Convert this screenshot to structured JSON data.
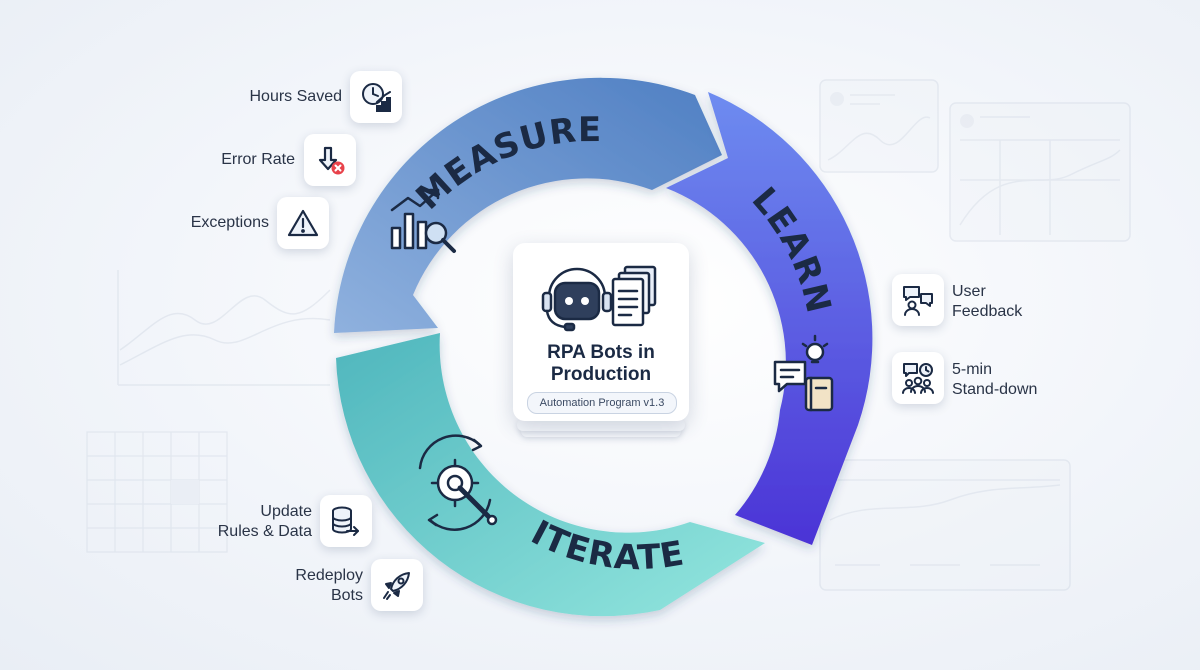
{
  "center": {
    "title_line1": "RPA Bots in",
    "title_line2": "Production",
    "subtitle": "Automation Program v1.3"
  },
  "stages": {
    "measure": "MEASURE",
    "learn": "LEARN",
    "iterate": "ITERATE"
  },
  "measure_items": {
    "hours_saved": "Hours Saved",
    "error_rate": "Error Rate",
    "exceptions": "Exceptions"
  },
  "learn_items": {
    "user_feedback_line1": "User",
    "user_feedback_line2": "Feedback",
    "standdown_line1": "5-min",
    "standdown_line2": "Stand-down"
  },
  "iterate_items": {
    "update_line1": "Update",
    "update_line2": "Rules & Data",
    "redeploy_line1": "Redeploy",
    "redeploy_line2": "Bots"
  },
  "colors": {
    "measure": "#5b89c9",
    "learn": "#5a4fe0",
    "iterate": "#5cc9c3",
    "text_dark": "#1b2a44"
  },
  "icons": {
    "hours_saved": "clock-chart-icon",
    "error_rate": "down-arrow-error-icon",
    "exceptions": "warning-icon",
    "user_feedback": "chat-user-icon",
    "standdown": "team-clock-icon",
    "update": "database-arrow-icon",
    "redeploy": "rocket-icon",
    "measure": "chart-magnifier-icon",
    "learn": "idea-notebook-icon",
    "iterate": "gear-wrench-cycle-icon",
    "center": "robot-documents-icon"
  }
}
